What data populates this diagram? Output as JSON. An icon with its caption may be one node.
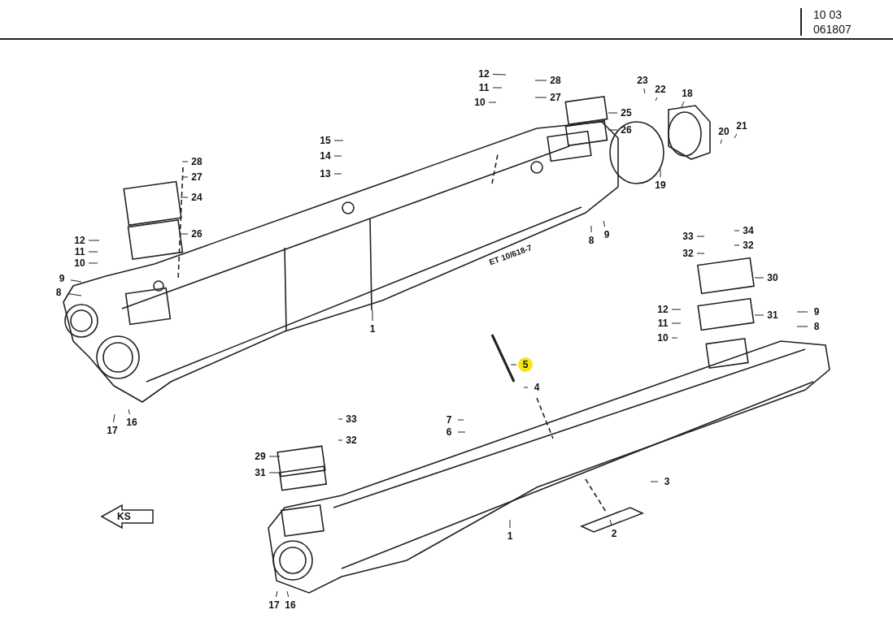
{
  "diagram": {
    "nodes": [
      {
        "text": [
          "12"
        ]
      },
      {
        "text": [
          "28"
        ]
      },
      {
        "text": [
          "23"
        ]
      },
      {
        "text": [
          "22"
        ]
      },
      {
        "text": [
          "11"
        ]
      },
      {
        "text": [
          "18"
        ]
      },
      {
        "text": [
          "27"
        ]
      },
      {
        "text": [
          "10"
        ]
      },
      {
        "text": [
          "25"
        ]
      },
      {
        "text": [
          "26"
        ]
      },
      {
        "text": [
          "21"
        ]
      },
      {
        "text": [
          "20"
        ]
      },
      {
        "text": [
          "15"
        ]
      },
      {
        "text": [
          "14"
        ]
      },
      {
        "text": [
          "28"
        ]
      },
      {
        "text": [
          "27"
        ]
      },
      {
        "text": [
          "13"
        ]
      },
      {
        "text": [
          "19"
        ]
      },
      {
        "text": [
          "24"
        ]
      },
      {
        "text": [
          "26"
        ]
      },
      {
        "text": [
          "8"
        ]
      },
      {
        "text": [
          "9"
        ]
      },
      {
        "text": [
          "12"
        ]
      },
      {
        "text": [
          "11"
        ]
      },
      {
        "text": [
          "10"
        ]
      },
      {
        "text": [
          "9"
        ]
      },
      {
        "text": [
          "8"
        ]
      },
      {
        "text": [
          "33"
        ]
      },
      {
        "text": [
          "34"
        ]
      },
      {
        "text": [
          "32"
        ]
      },
      {
        "text": [
          "32"
        ]
      },
      {
        "text": [
          "30"
        ]
      },
      {
        "text": [
          "12"
        ]
      },
      {
        "text": [
          "31"
        ]
      },
      {
        "text": [
          "9"
        ]
      },
      {
        "text": [
          "11"
        ]
      },
      {
        "text": [
          "8"
        ]
      },
      {
        "text": [
          "1"
        ]
      },
      {
        "text": [
          "10"
        ]
      },
      {
        "text": [
          "5"
        ]
      },
      {
        "text": [
          "4"
        ]
      },
      {
        "text": [
          "16"
        ]
      },
      {
        "text": [
          "17"
        ]
      },
      {
        "text": [
          "33"
        ]
      },
      {
        "text": [
          "7"
        ]
      },
      {
        "text": [
          "6"
        ]
      },
      {
        "text": [
          "32"
        ]
      },
      {
        "text": [
          "29"
        ]
      },
      {
        "text": [
          "31"
        ]
      },
      {
        "text": [
          "3"
        ]
      },
      {
        "text": [
          "1"
        ]
      },
      {
        "text": [
          "2"
        ]
      },
      {
        "text": [
          "17"
        ]
      },
      {
        "text": [
          "16"
        ]
      }
    ],
    "edges": [
      {
        "from": 0,
        "to": null,
        "arrow": "none"
      },
      {
        "from": 1,
        "to": null,
        "arrow": "none"
      },
      {
        "from": 2,
        "to": null,
        "arrow": "none"
      },
      {
        "from": 3,
        "to": null,
        "arrow": "none"
      },
      {
        "from": 4,
        "to": null,
        "arrow": "none"
      },
      {
        "from": 5,
        "to": null,
        "arrow": "none"
      },
      {
        "from": 6,
        "to": null,
        "arrow": "none"
      },
      {
        "from": 7,
        "to": null,
        "arrow": "none"
      },
      {
        "from": 8,
        "to": null,
        "arrow": "none"
      },
      {
        "from": 9,
        "to": null,
        "arrow": "none"
      },
      {
        "from": 10,
        "to": null,
        "arrow": "none"
      },
      {
        "from": 11,
        "to": null,
        "arrow": "none"
      },
      {
        "from": 12,
        "to": null,
        "arrow": "none"
      },
      {
        "from": 13,
        "to": null,
        "arrow": "none"
      },
      {
        "from": 14,
        "to": null,
        "arrow": "none"
      },
      {
        "from": 15,
        "to": null,
        "arrow": "none"
      },
      {
        "from": 16,
        "to": null,
        "arrow": "none"
      },
      {
        "from": 17,
        "to": null,
        "arrow": "none"
      },
      {
        "from": 18,
        "to": null,
        "arrow": "none"
      },
      {
        "from": 19,
        "to": null,
        "arrow": "none"
      },
      {
        "from": 20,
        "to": null,
        "arrow": "none"
      },
      {
        "from": 21,
        "to": null,
        "arrow": "none"
      },
      {
        "from": 22,
        "to": null,
        "arrow": "none"
      },
      {
        "from": 23,
        "to": null,
        "arrow": "none"
      },
      {
        "from": 24,
        "to": null,
        "arrow": "none"
      },
      {
        "from": 25,
        "to": null,
        "arrow": "none"
      },
      {
        "from": 26,
        "to": null,
        "arrow": "none"
      },
      {
        "from": 27,
        "to": null,
        "arrow": "none"
      },
      {
        "from": 28,
        "to": null,
        "arrow": "none"
      },
      {
        "from": 29,
        "to": null,
        "arrow": "none"
      },
      {
        "from": 30,
        "to": null,
        "arrow": "none"
      },
      {
        "from": 31,
        "to": null,
        "arrow": "none"
      },
      {
        "from": 32,
        "to": null,
        "arrow": "none"
      },
      {
        "from": 33,
        "to": null,
        "arrow": "none"
      },
      {
        "from": 34,
        "to": null,
        "arrow": "none"
      },
      {
        "from": 35,
        "to": null,
        "arrow": "none"
      },
      {
        "from": 36,
        "to": null,
        "arrow": "none"
      },
      {
        "from": 37,
        "to": null,
        "arrow": "none"
      },
      {
        "from": 38,
        "to": null,
        "arrow": "none"
      },
      {
        "from": 39,
        "to": null,
        "arrow": "none"
      },
      {
        "from": 40,
        "to": null,
        "arrow": "none"
      },
      {
        "from": 41,
        "to": null,
        "arrow": "none"
      },
      {
        "from": 42,
        "to": null,
        "arrow": "none"
      },
      {
        "from": 43,
        "to": null,
        "arrow": "none"
      },
      {
        "from": 44,
        "to": null,
        "arrow": "none"
      },
      {
        "from": 45,
        "to": null,
        "arrow": "none"
      },
      {
        "from": 46,
        "to": null,
        "arrow": "none"
      },
      {
        "from": 47,
        "to": null,
        "arrow": "none"
      },
      {
        "from": 48,
        "to": null,
        "arrow": "none"
      },
      {
        "from": 49,
        "to": null,
        "arrow": "none"
      },
      {
        "from": 50,
        "to": null,
        "arrow": "none"
      },
      {
        "from": 51,
        "to": null,
        "arrow": "none"
      },
      {
        "from": 52,
        "to": null,
        "arrow": "none"
      },
      {
        "from": 53,
        "to": null,
        "arrow": "none"
      }
    ],
    "labels": [
      "10 03",
      "061807",
      "ET 10/618-7",
      "KS"
    ]
  }
}
